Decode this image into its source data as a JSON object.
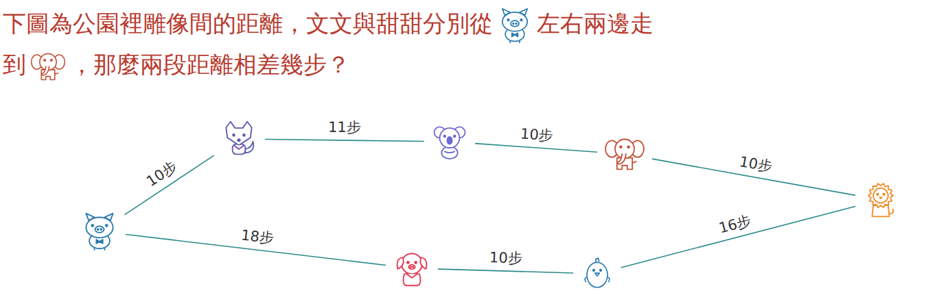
{
  "diagram": {
    "title": "下圖為公園裡雕像間的距離，文文與甜甜分別從　左右兩邊走到　，那麼兩段距離相差幾步？",
    "nodes": [
      {
        "text": []
      },
      {
        "text": []
      },
      {
        "text": []
      },
      {
        "text": []
      },
      {
        "text": []
      },
      {
        "text": []
      },
      {
        "text": []
      }
    ],
    "edges": [
      {
        "from": 0,
        "to": 1,
        "arrow": "none",
        "label": "10步"
      },
      {
        "from": 1,
        "to": 2,
        "arrow": "none",
        "label": "11步"
      },
      {
        "from": 2,
        "to": 3,
        "arrow": "none",
        "label": "10步"
      },
      {
        "from": 3,
        "to": 4,
        "arrow": "none",
        "label": "10步"
      },
      {
        "from": 0,
        "to": 5,
        "arrow": "none",
        "label": "18步"
      },
      {
        "from": 5,
        "to": 6,
        "arrow": "none",
        "label": "10步"
      },
      {
        "from": 6,
        "to": 4,
        "arrow": "none",
        "label": "16步"
      }
    ]
  }
}
